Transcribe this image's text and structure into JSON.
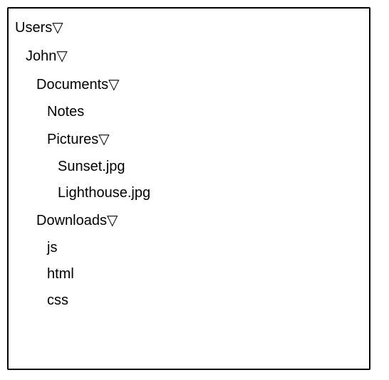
{
  "tree": {
    "users": {
      "label": "Users",
      "toggle": "▽"
    },
    "john": {
      "label": "John",
      "toggle": "▽"
    },
    "documents": {
      "label": "Documents",
      "toggle": "▽"
    },
    "notes": {
      "label": "Notes"
    },
    "pictures": {
      "label": "Pictures",
      "toggle": "▽"
    },
    "sunset": {
      "label": "Sunset.jpg"
    },
    "lighthouse": {
      "label": "Lighthouse.jpg"
    },
    "downloads": {
      "label": "Downloads",
      "toggle": "▽"
    },
    "js": {
      "label": "js"
    },
    "html": {
      "label": "html"
    },
    "css": {
      "label": "css"
    }
  }
}
